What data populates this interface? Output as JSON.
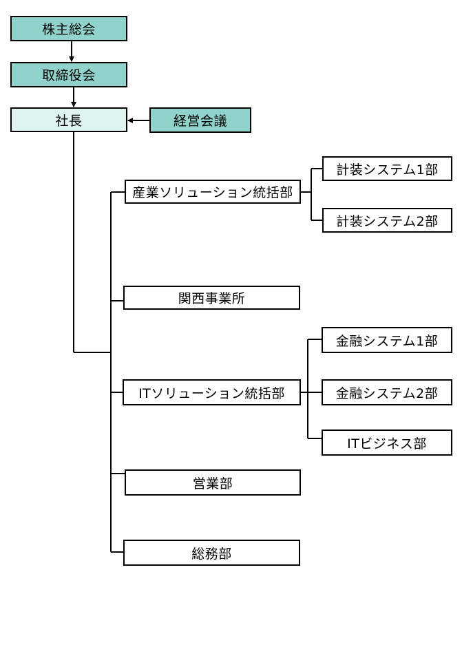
{
  "org": {
    "shareholders_meeting": "株主総会",
    "board_of_directors": "取締役会",
    "president": "社長",
    "management_meeting": "経営会議",
    "industrial_solutions_hq": "産業ソリューション統括部",
    "instrumentation_system_1": "計装システム1部",
    "instrumentation_system_2": "計装システム2部",
    "kansai_office": "関西事業所",
    "it_solutions_hq": "ITソリューション統括部",
    "finance_system_1": "金融システム1部",
    "finance_system_2": "金融システム2部",
    "it_business": "ITビジネス部",
    "sales": "営業部",
    "general_affairs": "総務部"
  },
  "colors": {
    "teal_fill": "#8fd3cc",
    "light_fill": "#dff3f1",
    "white_fill": "#ffffff",
    "line": "#000000"
  }
}
